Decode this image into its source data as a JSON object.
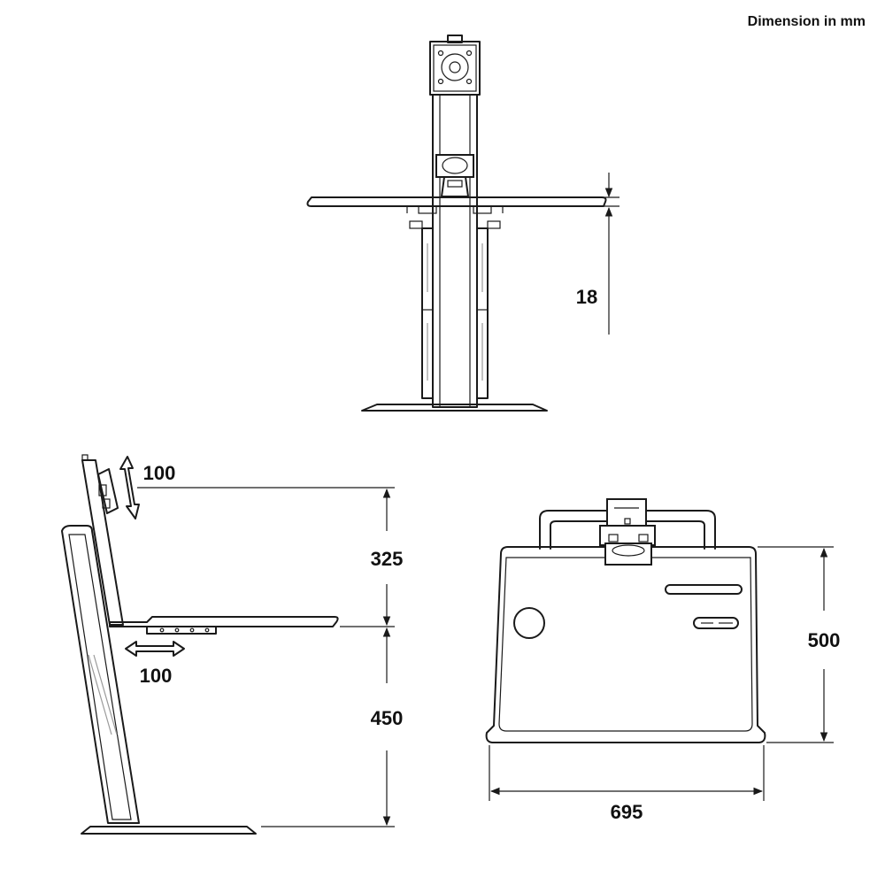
{
  "header": {
    "units_note": "Dimension in mm"
  },
  "front_view": {
    "platform_thickness": "18"
  },
  "side_view": {
    "monitor_travel": "100",
    "monitor_height": "325",
    "platform_travel": "100",
    "platform_height": "450"
  },
  "top_view": {
    "depth": "500",
    "width": "695"
  },
  "colors": {
    "line": "#1a1a1a",
    "background": "#ffffff"
  }
}
